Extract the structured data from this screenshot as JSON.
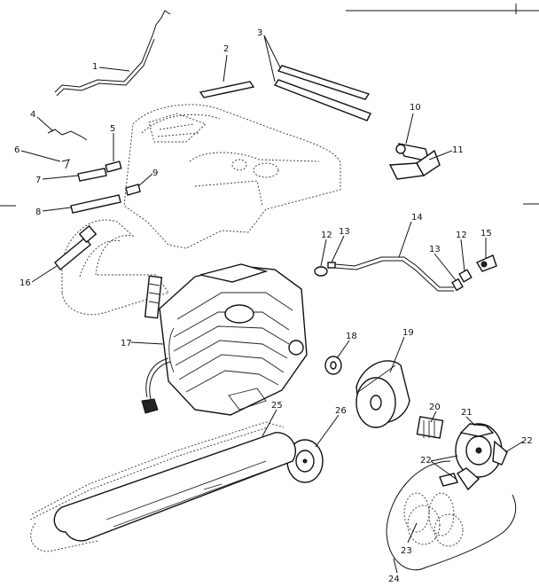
{
  "diagram": {
    "labels": [
      "1",
      "2",
      "3",
      "4",
      "5",
      "6",
      "7",
      "8",
      "9",
      "10",
      "11",
      "12",
      "13",
      "14",
      "13",
      "12",
      "15",
      "16",
      "17",
      "18",
      "19",
      "20",
      "21",
      "22",
      "22",
      "23",
      "24",
      "25",
      "26"
    ]
  }
}
